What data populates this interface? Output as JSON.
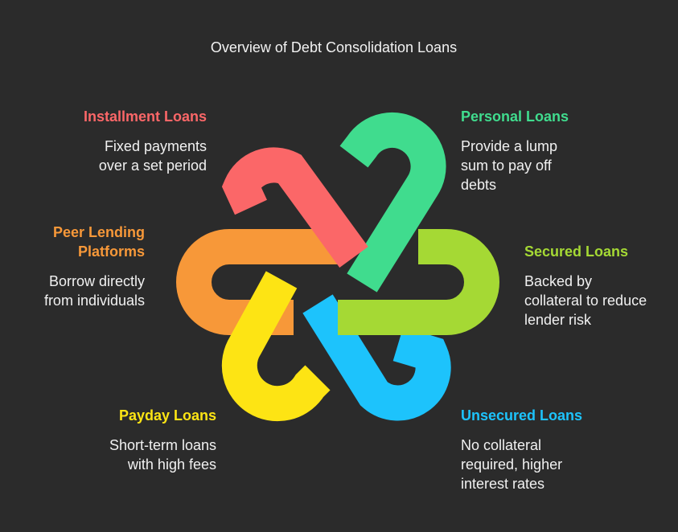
{
  "title": "Overview of Debt Consolidation Loans",
  "colors": {
    "background": "#2b2b2b",
    "installment": "#fb6768",
    "personal": "#40dc8e",
    "secured": "#a5d934",
    "unsecured": "#1dc3fc",
    "payday": "#fde414",
    "peer": "#f79839"
  },
  "items": {
    "installment": {
      "label": "Installment Loans",
      "desc": "Fixed payments over a set period"
    },
    "personal": {
      "label": "Personal Loans",
      "desc": "Provide a lump sum to pay off debts"
    },
    "peer": {
      "label": "Peer Lending Platforms",
      "desc": "Borrow directly from individuals"
    },
    "secured": {
      "label": "Secured Loans",
      "desc": "Backed by collateral to reduce lender risk"
    },
    "payday": {
      "label": "Payday Loans",
      "desc": "Short-term loans with high fees"
    },
    "unsecured": {
      "label": "Unsecured Loans",
      "desc": "No collateral required, higher interest rates"
    }
  }
}
